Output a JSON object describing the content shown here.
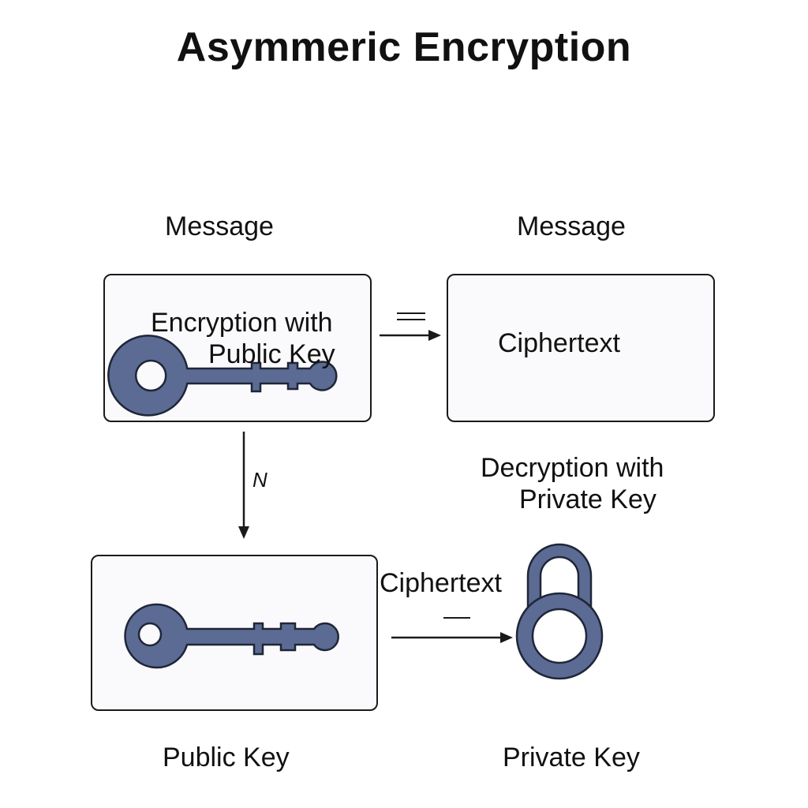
{
  "title": "Asymmeric Encryption",
  "labels": {
    "message_left": "Message",
    "message_right": "Message",
    "encryption_line1": "Encryption with",
    "encryption_line2": "Public Key",
    "ciphertext_box": "Ciphertext",
    "decryption_line1": "Decryption with",
    "decryption_line2": "Private Key",
    "arrow_annotation": "N",
    "ciphertext_arrow": "Ciphertext",
    "public_key": "Public Key",
    "private_key": "Private Key"
  },
  "icons": {
    "key_top": "key-icon",
    "key_bottom": "key-icon",
    "padlock": "padlock-icon"
  },
  "colors": {
    "icon_fill": "#5b6b93",
    "icon_stroke": "#1f2638",
    "line": "#1a1a1a"
  }
}
